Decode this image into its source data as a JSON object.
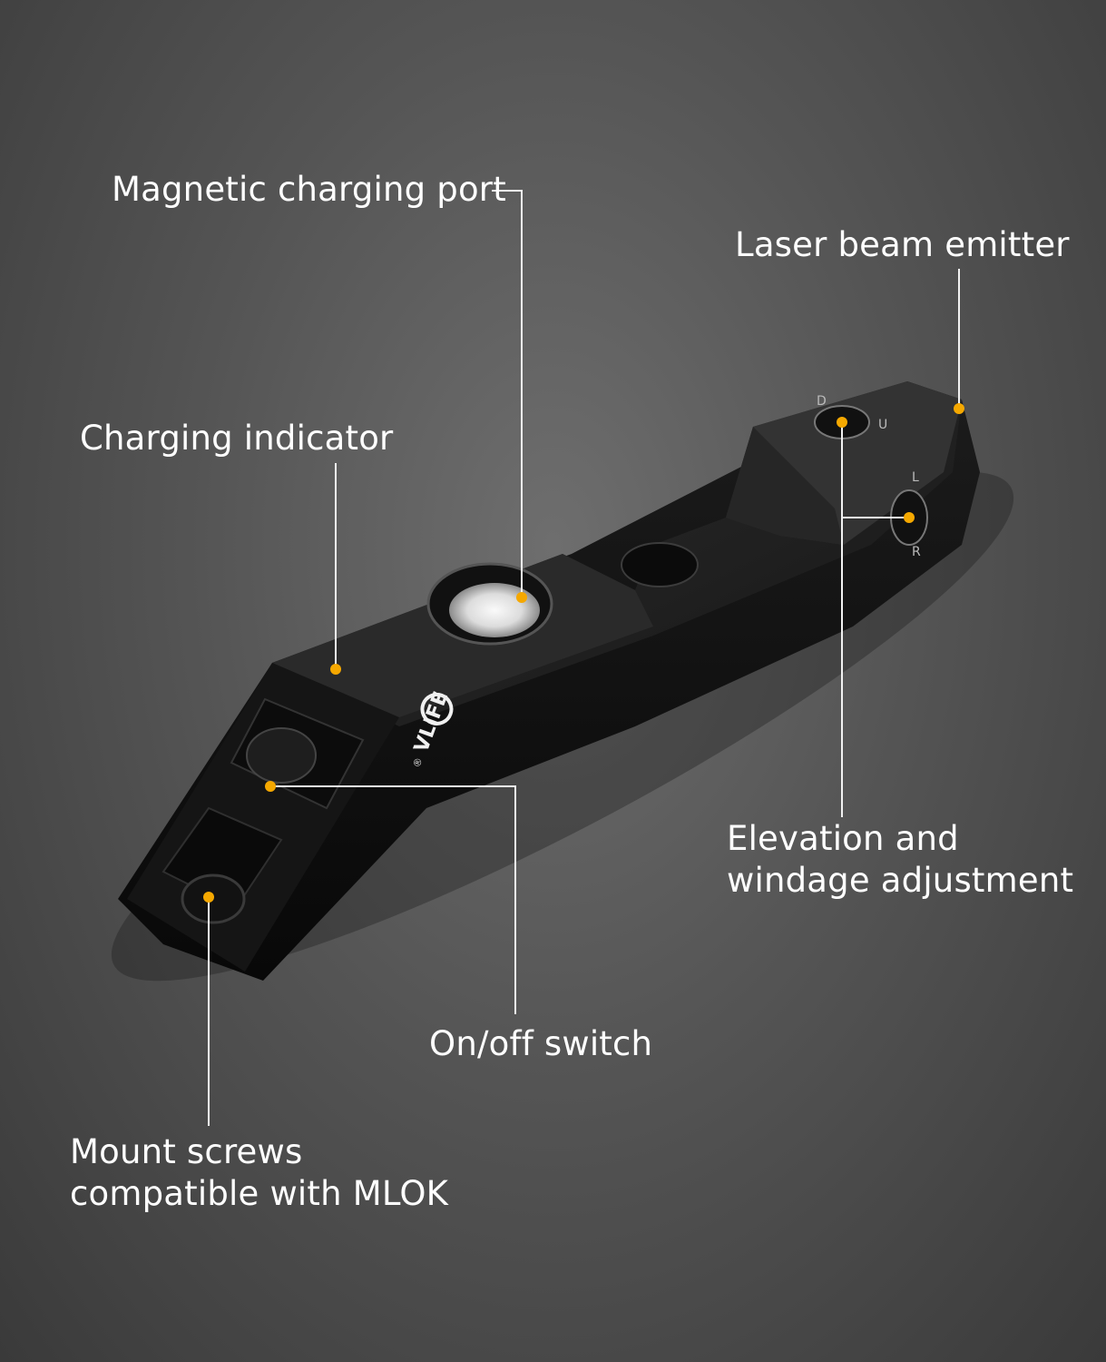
{
  "brand": {
    "logo_text": "VLIFE",
    "registered_mark": "®"
  },
  "device_markings": {
    "elevation": [
      "D",
      "U"
    ],
    "windage": [
      "L",
      "R"
    ]
  },
  "accent_color": "#f5a800",
  "callouts": {
    "magnetic_charging_port": "Magnetic charging port",
    "laser_beam_emitter": "Laser beam emitter",
    "charging_indicator": "Charging indicator",
    "elevation_windage": [
      "Elevation and",
      "windage adjustment"
    ],
    "on_off_switch": "On/off switch",
    "mount_screws": [
      "Mount screws",
      "compatible with MLOK"
    ]
  }
}
